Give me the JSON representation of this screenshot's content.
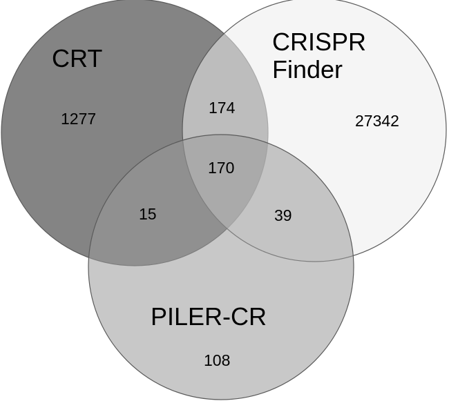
{
  "sets": [
    {
      "name": "CRT",
      "label_lines": [
        "CRT"
      ],
      "fill": "#7a7a7a"
    },
    {
      "name": "CRISPR Finder",
      "label_lines": [
        "CRISPR",
        "Finder"
      ],
      "fill": "#ededed"
    },
    {
      "name": "PILER-CR",
      "label_lines": [
        "PILER-CR"
      ],
      "fill": "#9a9a9a"
    }
  ],
  "regions": {
    "crt_only": "1277",
    "crispr_finder_only": "27342",
    "piler_cr_only": "108",
    "crt_and_crispr_finder": "174",
    "crt_and_piler_cr": "15",
    "crispr_finder_and_piler_cr": "39",
    "all_three": "170"
  },
  "colors": {
    "outline": "#5a5a5a",
    "text": "#000000"
  }
}
